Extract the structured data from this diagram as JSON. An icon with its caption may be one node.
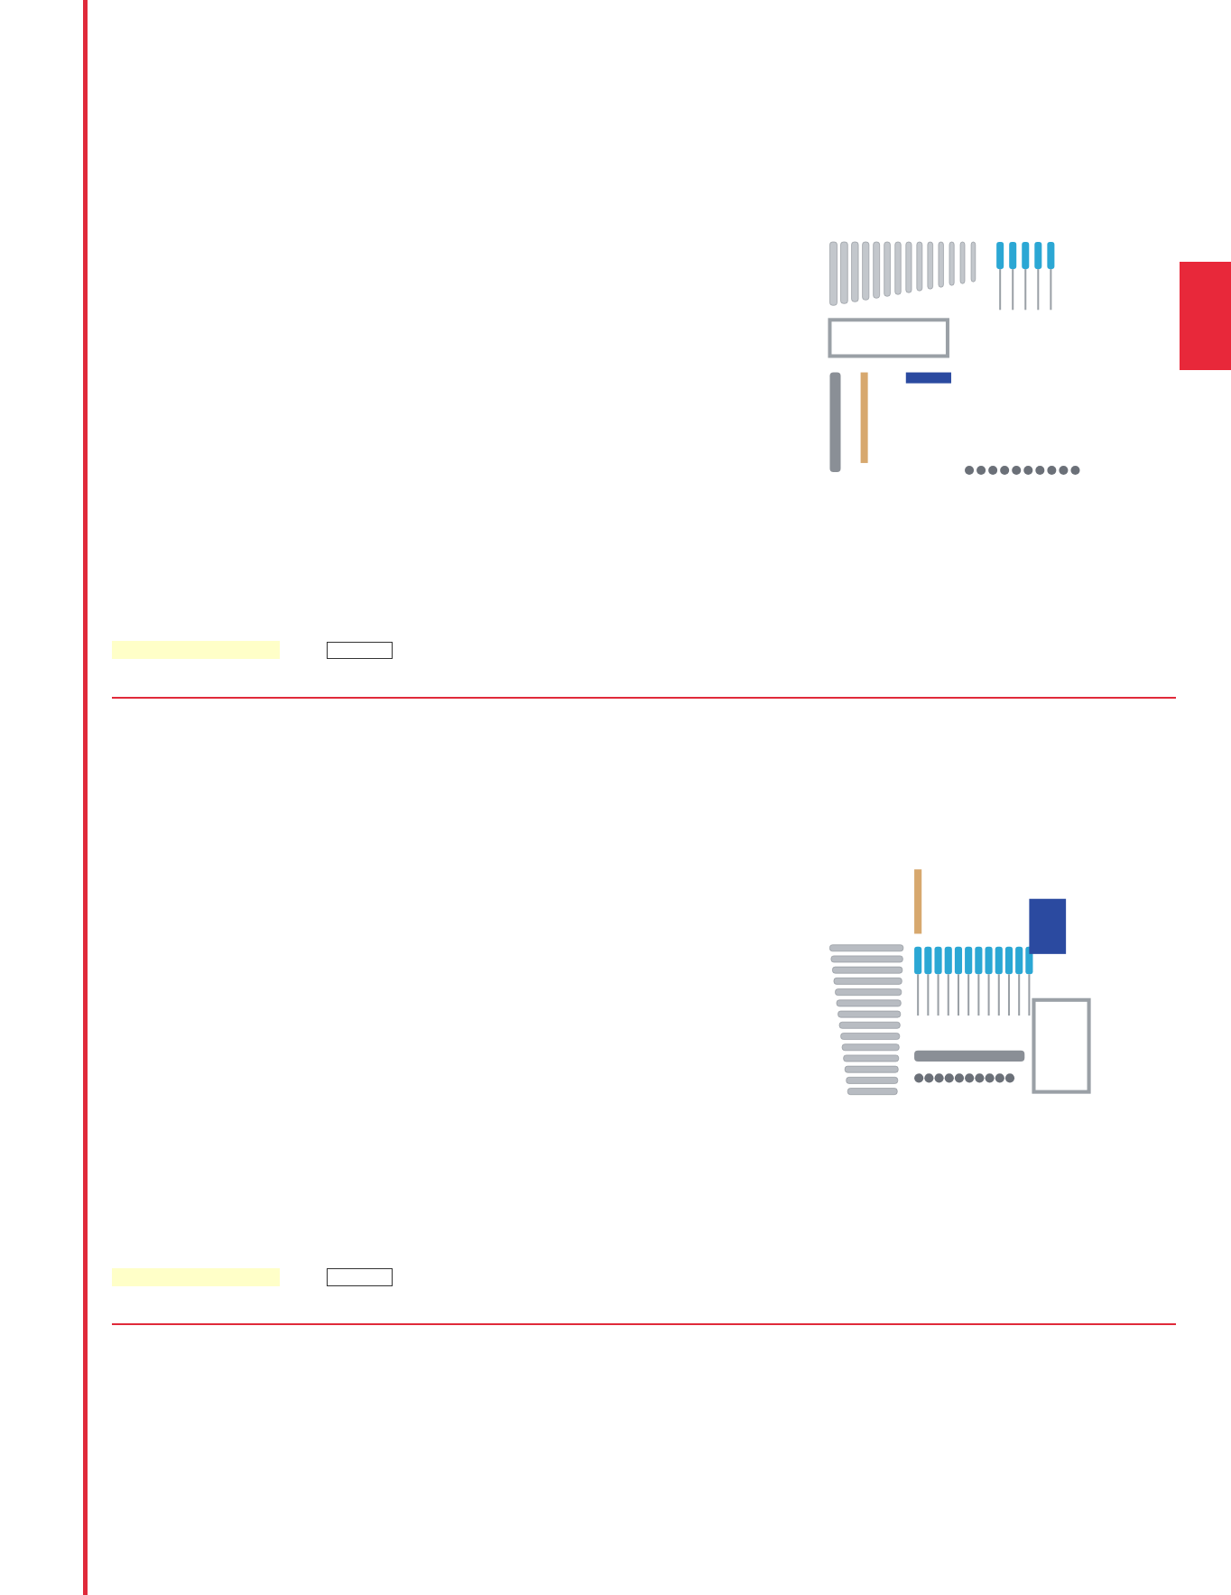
{
  "diagram": {
    "nodes": [
      {
        "text": [],
        "shape": "picture"
      },
      {
        "text": [],
        "shape": "box"
      },
      {
        "text": [],
        "shape": "bar"
      },
      {
        "text": [],
        "shape": "box"
      },
      {
        "text": [],
        "shape": "picture"
      },
      {
        "text": [],
        "shape": "bar"
      },
      {
        "text": [],
        "shape": "box"
      }
    ]
  }
}
